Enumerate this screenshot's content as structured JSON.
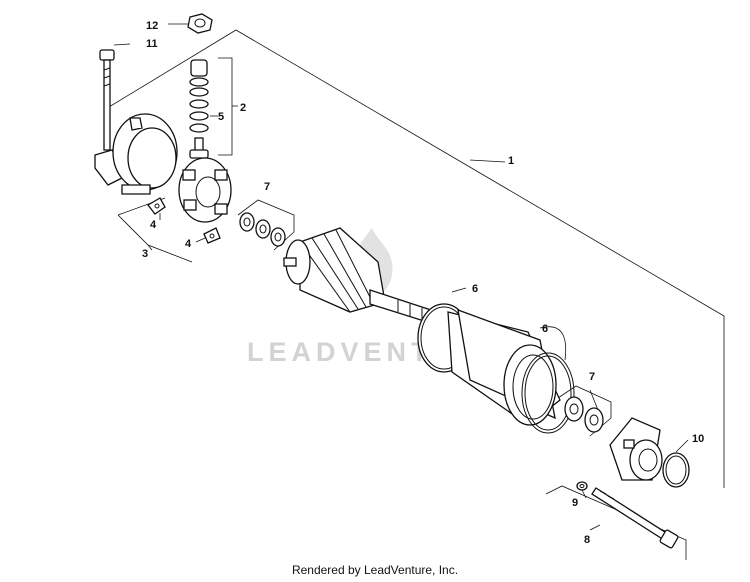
{
  "callouts": {
    "c1": "1",
    "c2": "2",
    "c3": "3",
    "c4a": "4",
    "c4b": "4",
    "c5": "5",
    "c6a": "6",
    "c6b": "6",
    "c7a": "7",
    "c7b": "7",
    "c8": "8",
    "c9": "9",
    "c10": "10",
    "c11": "11",
    "c12": "12"
  },
  "watermark": "LEADVENTURE",
  "footer": "Rendered by LeadVenture, Inc.",
  "colors": {
    "line": "#111111",
    "watermark": "#d3d3d3",
    "background": "#ffffff"
  },
  "icons": {
    "watermark_mark": "flame-logo-icon"
  }
}
